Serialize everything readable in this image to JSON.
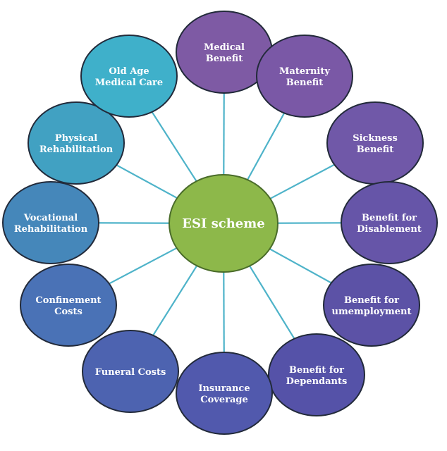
{
  "center": {
    "label": "ESI scheme",
    "color": "#8db84a"
  },
  "nodes": [
    {
      "name": "medical-benefit",
      "lines": [
        "Medical",
        "Benefit"
      ],
      "color": "#7e5aa4"
    },
    {
      "name": "maternity-benefit",
      "lines": [
        "Maternity",
        "Benefit"
      ],
      "color": "#7a58a6"
    },
    {
      "name": "sickness-benefit",
      "lines": [
        "Sickness",
        "Benefit"
      ],
      "color": "#7058a8"
    },
    {
      "name": "benefit-for-disablement",
      "lines": [
        "Benefit for",
        "Disablement"
      ],
      "color": "#6655a8"
    },
    {
      "name": "benefit-for-unemployment",
      "lines": [
        "Benefit for",
        "umemployment"
      ],
      "color": "#5c52a6"
    },
    {
      "name": "benefit-for-dependants",
      "lines": [
        "Benefit for",
        "Dependants"
      ],
      "color": "#5552a8"
    },
    {
      "name": "insurance-coverage",
      "lines": [
        "Insurance",
        "Coverage"
      ],
      "color": "#5159ad"
    },
    {
      "name": "funeral-costs",
      "lines": [
        "Funeral Costs"
      ],
      "color": "#4d63b0"
    },
    {
      "name": "confinement-costs",
      "lines": [
        "Confinement",
        "Costs"
      ],
      "color": "#4a72b6"
    },
    {
      "name": "vocational-rehabilitation",
      "lines": [
        "Vocational",
        "Rehabilitation"
      ],
      "color": "#4587ba"
    },
    {
      "name": "physical-rehabilitation",
      "lines": [
        "Physical",
        "Rehabilitation"
      ],
      "color": "#41a1c2"
    },
    {
      "name": "old-age-medical-care",
      "lines": [
        "Old Age",
        "Medical Care"
      ],
      "color": "#3fb0ca"
    }
  ]
}
